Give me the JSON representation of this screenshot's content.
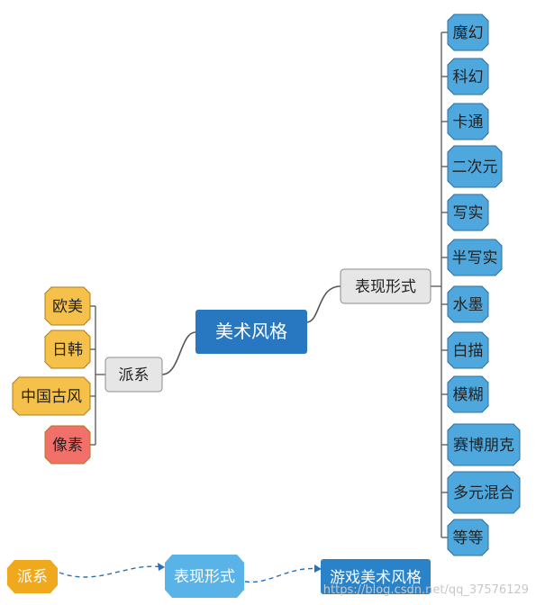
{
  "root": {
    "label": "美术风格"
  },
  "left_branch": {
    "label": "派系",
    "children": [
      "欧美",
      "日韩",
      "中国古风",
      "像素"
    ]
  },
  "right_branch": {
    "label": "表现形式",
    "children": [
      "魔幻",
      "科幻",
      "卡通",
      "二次元",
      "写实",
      "半写实",
      "水墨",
      "白描",
      "模糊",
      "赛博朋克",
      "多元混合",
      "等等"
    ]
  },
  "flow": {
    "steps": [
      "派系",
      "表现形式",
      "游戏美术风格"
    ]
  },
  "watermark": "https://blog.csdn.net/qq_37576129",
  "colors": {
    "root": "#2778c0",
    "branch": "#e6e6e6",
    "orange_leaf": "#f6c14a",
    "red_leaf": "#f2706a",
    "blue_leaf": "#4fa8dd",
    "flow_orange": "#f0a81c",
    "flow_blue": "#5ab3e6",
    "flow_dark": "#2a82c8",
    "line": "#555555",
    "arrow": "#2a6fba"
  }
}
